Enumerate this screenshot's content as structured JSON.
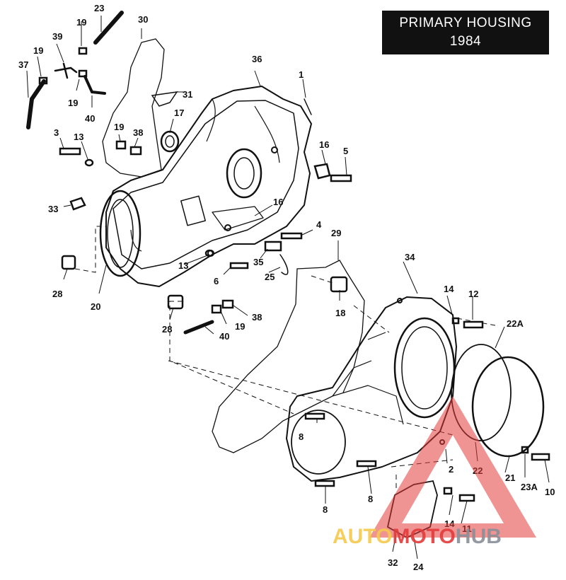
{
  "title": {
    "line1": "PRIMARY HOUSING",
    "line2": "1984"
  },
  "watermark": {
    "part1": "AUTO",
    "part2": "MOTO",
    "part3": "HUB",
    "colors": {
      "auto": "#f5c94c",
      "moto": "#e23b3b",
      "hub": "#8a8f98",
      "triangle": "#e23b3b"
    }
  },
  "callouts": [
    {
      "id": "c23",
      "label": "23"
    },
    {
      "id": "c30",
      "label": "30"
    },
    {
      "id": "c19a",
      "label": "19"
    },
    {
      "id": "c39",
      "label": "39"
    },
    {
      "id": "c19b",
      "label": "19"
    },
    {
      "id": "c37",
      "label": "37"
    },
    {
      "id": "c19c",
      "label": "19"
    },
    {
      "id": "c40a",
      "label": "40"
    },
    {
      "id": "c36",
      "label": "36"
    },
    {
      "id": "c1",
      "label": "1"
    },
    {
      "id": "c31",
      "label": "31"
    },
    {
      "id": "c17",
      "label": "17"
    },
    {
      "id": "c19d",
      "label": "19"
    },
    {
      "id": "c38a",
      "label": "38"
    },
    {
      "id": "c3",
      "label": "3"
    },
    {
      "id": "c13a",
      "label": "13"
    },
    {
      "id": "c16a",
      "label": "16"
    },
    {
      "id": "c5",
      "label": "5"
    },
    {
      "id": "c33",
      "label": "33"
    },
    {
      "id": "c16b",
      "label": "16"
    },
    {
      "id": "c4",
      "label": "4"
    },
    {
      "id": "c29",
      "label": "29"
    },
    {
      "id": "c13b",
      "label": "13"
    },
    {
      "id": "c35",
      "label": "35"
    },
    {
      "id": "c6",
      "label": "6"
    },
    {
      "id": "c25",
      "label": "25"
    },
    {
      "id": "c34",
      "label": "34"
    },
    {
      "id": "c28a",
      "label": "28"
    },
    {
      "id": "c20",
      "label": "20"
    },
    {
      "id": "c18",
      "label": "18"
    },
    {
      "id": "c14a",
      "label": "14"
    },
    {
      "id": "c12",
      "label": "12"
    },
    {
      "id": "c38b",
      "label": "38"
    },
    {
      "id": "c19e",
      "label": "19"
    },
    {
      "id": "c28b",
      "label": "28"
    },
    {
      "id": "c40b",
      "label": "40"
    },
    {
      "id": "c22A",
      "label": "22A"
    },
    {
      "id": "c8a",
      "label": "8"
    },
    {
      "id": "c2",
      "label": "2"
    },
    {
      "id": "c22",
      "label": "22"
    },
    {
      "id": "c21",
      "label": "21"
    },
    {
      "id": "c23A",
      "label": "23A"
    },
    {
      "id": "c10",
      "label": "10"
    },
    {
      "id": "c8b",
      "label": "8"
    },
    {
      "id": "c8c",
      "label": "8"
    },
    {
      "id": "c14b",
      "label": "14"
    },
    {
      "id": "c11",
      "label": "11"
    },
    {
      "id": "c32",
      "label": "32"
    },
    {
      "id": "c24",
      "label": "24"
    }
  ]
}
